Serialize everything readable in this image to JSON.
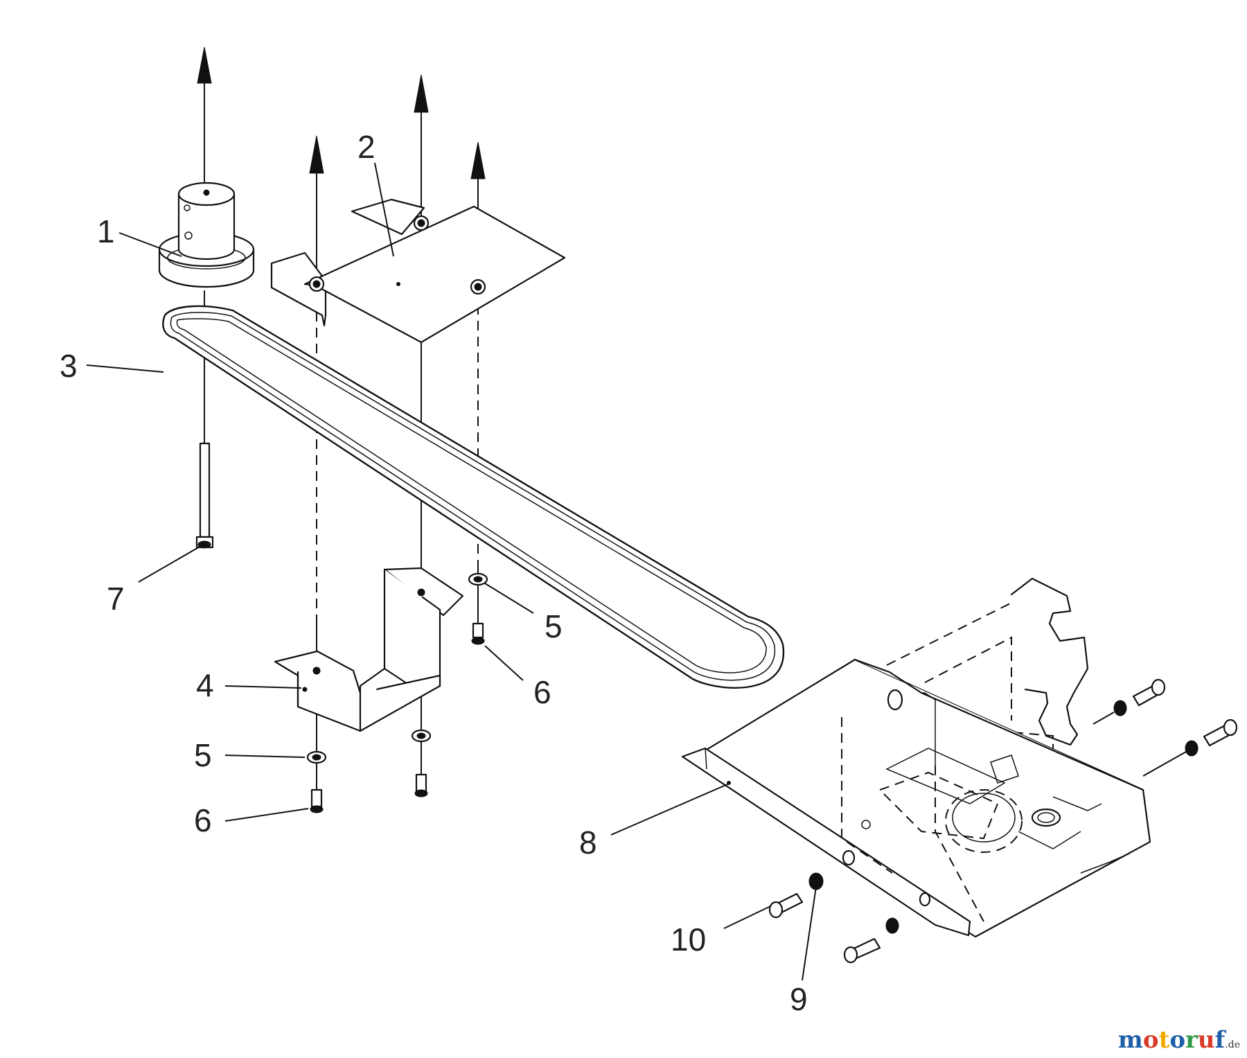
{
  "callouts": {
    "c1": "1",
    "c2": "2",
    "c3": "3",
    "c4": "4",
    "c5a": "5",
    "c5b": "5",
    "c6a": "6",
    "c6b": "6",
    "c7": "7",
    "c8": "8",
    "c9": "9",
    "c10": "10"
  },
  "watermark": {
    "letters": [
      "m",
      "o",
      "t",
      "o",
      "r",
      "u",
      "f"
    ],
    "colors": [
      "#1f5fa8",
      "#d93b2b",
      "#f2a900",
      "#1f5fa8",
      "#2e9a47",
      "#d93b2b",
      "#1f5fa8"
    ],
    "suffix": ".de"
  }
}
